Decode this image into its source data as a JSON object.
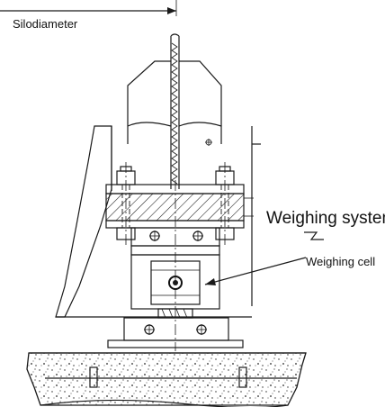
{
  "labels": {
    "silodiameter": "Silodiameter",
    "weighing_system": "Weighing system",
    "weighing_cell": "Weighing cell"
  },
  "colors": {
    "ink": "#1a1a1a",
    "paper": "#ffffff",
    "hatch": "#1a1a1a"
  }
}
